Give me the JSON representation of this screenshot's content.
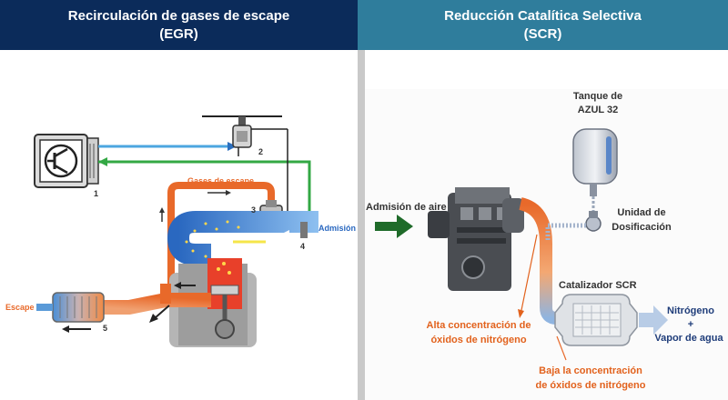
{
  "egr": {
    "title": "Recirculación de gases de escape",
    "abbrev": "(EGR)",
    "labels": {
      "gases": "Gases de escape",
      "escape": "Escape",
      "admision": "Admisión"
    },
    "numbers": [
      "1",
      "2",
      "3",
      "4",
      "5"
    ]
  },
  "scr": {
    "title": "Reducción Catalítica Selectiva",
    "abbrev": "(SCR)",
    "labels": {
      "admision_aire": "Admisión de aire",
      "tanque_1": "Tanque de",
      "tanque_2": "AZUL 32",
      "unidad_1": "Unidad de",
      "unidad_2": "Dosificación",
      "catalizador": "Catalizador SCR",
      "alta_1": "Alta concentración de",
      "alta_2": "óxidos de nitrógeno",
      "baja_1": "Baja la concentración",
      "baja_2": "de óxidos de nitrógeno",
      "nitrogeno": "Nitrógeno",
      "plus": "+",
      "vapor": "Vapor de agua"
    }
  },
  "colors": {
    "egr_header": "#0b2b5a",
    "scr_header": "#2f7d9c",
    "exhaust": "#e8692a",
    "intake": "#3d7fd0",
    "egr_line_green": "#33a844",
    "arrow_green": "#1f6b2a",
    "nox_text": "#e2621d",
    "clean_text": "#1f3d7a"
  }
}
